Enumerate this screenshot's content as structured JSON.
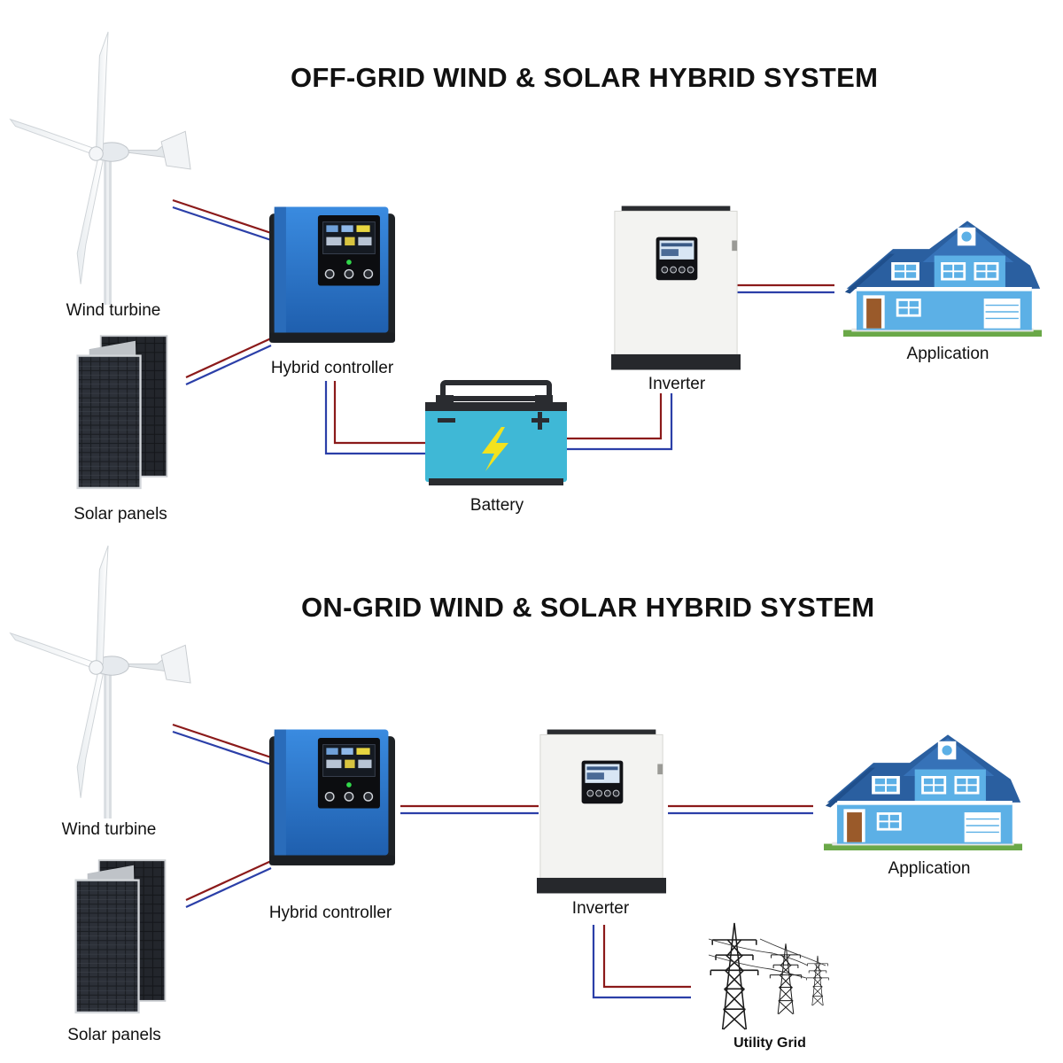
{
  "sections": [
    {
      "title": "OFF-GRID WIND & SOLAR HYBRID SYSTEM",
      "labels": {
        "wind_turbine": "Wind turbine",
        "solar_panels": "Solar panels",
        "hybrid_controller": "Hybrid controller",
        "battery": "Battery",
        "inverter": "Inverter",
        "application": "Application"
      }
    },
    {
      "title": "ON-GRID WIND & SOLAR HYBRID SYSTEM",
      "labels": {
        "wind_turbine": "Wind turbine",
        "solar_panels": "Solar panels",
        "hybrid_controller": "Hybrid controller",
        "inverter": "Inverter",
        "application": "Application",
        "utility_grid": "Utility Grid"
      }
    }
  ],
  "colors": {
    "wire_positive": "#8b1a1a",
    "wire_negative": "#2b3fa8",
    "controller_blue": "#2f78c8",
    "battery_teal": "#3fb8d6",
    "house_blue": "#4fa8e0",
    "house_roof": "#2a5fa0"
  },
  "icons": [
    "wind-turbine-icon",
    "solar-panel-icon",
    "hybrid-controller-icon",
    "battery-icon",
    "inverter-icon",
    "house-icon",
    "power-tower-icon"
  ]
}
